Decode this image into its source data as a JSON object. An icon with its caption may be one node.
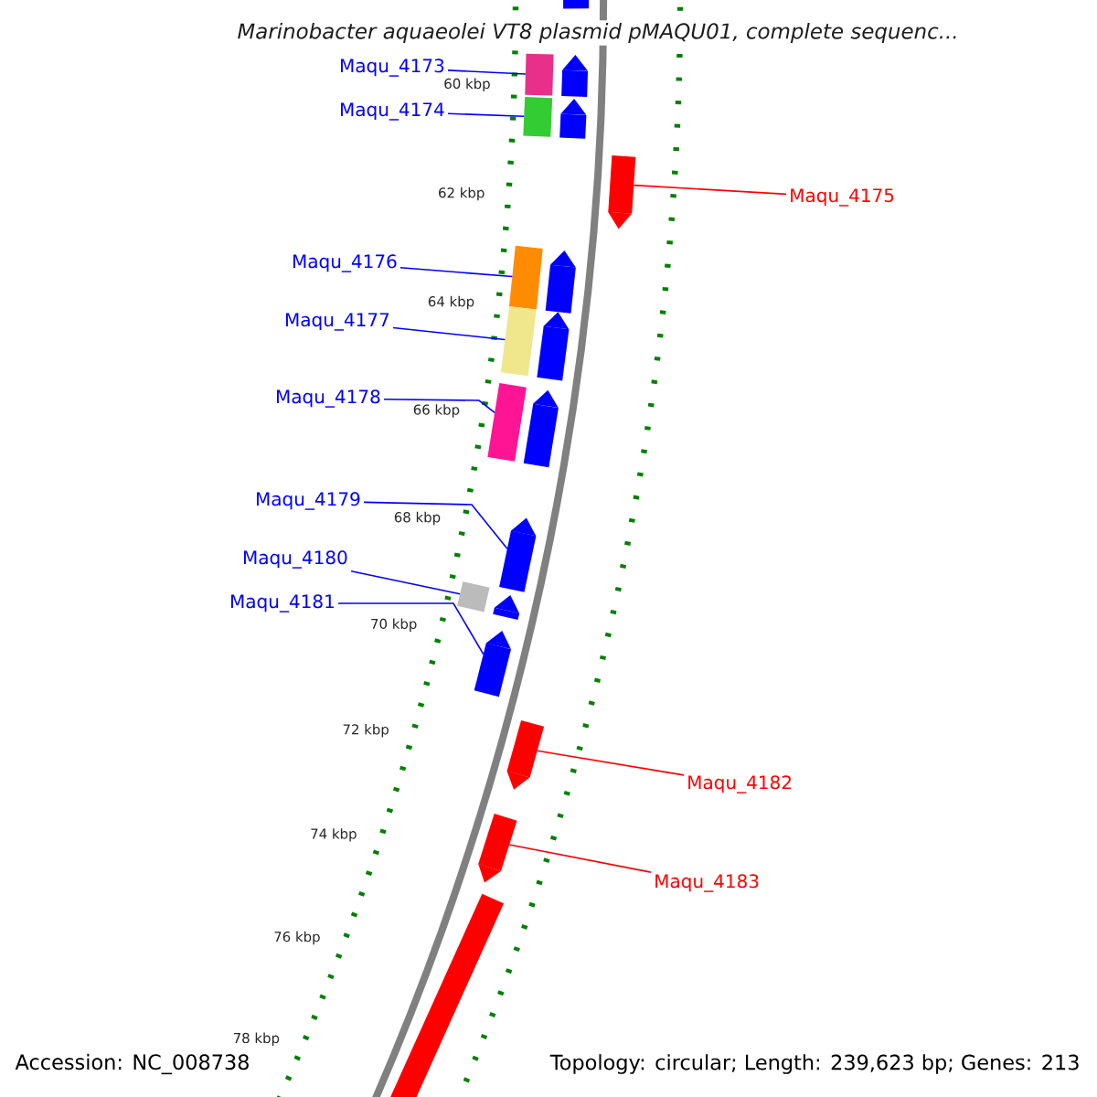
{
  "diagram": {
    "title": "Marinobacter aquaeolei VT8 plasmid pMAQU01, complete sequenc...",
    "nodes": [
      {
        "text": [
          "Maqu_4173"
        ]
      },
      {
        "text": [
          "Maqu_4174"
        ]
      },
      {
        "text": [
          "Maqu_4175"
        ]
      },
      {
        "text": [
          "Maqu_4176"
        ]
      },
      {
        "text": [
          "Maqu_4177"
        ]
      },
      {
        "text": [
          "Maqu_4178"
        ]
      },
      {
        "text": [
          "Maqu_4179"
        ]
      },
      {
        "text": [
          "Maqu_4180"
        ]
      },
      {
        "text": [
          "Maqu_4181"
        ]
      },
      {
        "text": [
          "Maqu_4182"
        ]
      },
      {
        "text": [
          "Maqu_4183"
        ]
      },
      {
        "text": [],
        "shape": "box"
      },
      {
        "text": [],
        "shape": "box"
      },
      {
        "text": [],
        "shape": "arrow"
      },
      {
        "text": [],
        "shape": "box"
      },
      {
        "text": [],
        "shape": "box"
      },
      {
        "text": [],
        "shape": "box"
      },
      {
        "text": [],
        "shape": "arrow"
      },
      {
        "text": [],
        "shape": "box"
      },
      {
        "text": [],
        "shape": "arrow"
      },
      {
        "text": [],
        "shape": "arrow"
      },
      {
        "text": [],
        "shape": "arrow"
      },
      {
        "text": [],
        "shape": "arrow"
      },
      {
        "text": [],
        "shape": "arrow"
      },
      {
        "text": [],
        "shape": "arrow"
      },
      {
        "text": [],
        "shape": "arrow"
      },
      {
        "text": [],
        "shape": "arrow"
      },
      {
        "text": [],
        "shape": "arrow"
      },
      {
        "text": [],
        "shape": "arrow"
      },
      {
        "text": [],
        "shape": "arrow"
      }
    ],
    "edges": [
      {
        "from": 0,
        "to": 11,
        "arrow": "none"
      },
      {
        "from": 1,
        "to": 12,
        "arrow": "none"
      },
      {
        "from": 2,
        "to": 13,
        "arrow": "none",
        "color": "#ff0000"
      },
      {
        "from": 3,
        "to": 14,
        "arrow": "none"
      },
      {
        "from": 4,
        "to": 15,
        "arrow": "none"
      },
      {
        "from": 5,
        "to": 16,
        "arrow": "none"
      },
      {
        "from": 6,
        "to": 17,
        "arrow": "none"
      },
      {
        "from": 7,
        "to": 18,
        "arrow": "none"
      },
      {
        "from": 8,
        "to": 19,
        "arrow": "none"
      },
      {
        "from": 9,
        "to": 20,
        "arrow": "none",
        "color": "#ff0000"
      },
      {
        "from": 10,
        "to": 21,
        "arrow": "none",
        "color": "#ff0000"
      }
    ],
    "labels": [
      "60 kbp",
      "62 kbp",
      "64 kbp",
      "66 kbp",
      "68 kbp",
      "70 kbp",
      "72 kbp",
      "74 kbp",
      "76 kbp",
      "78 kbp",
      "Accession: NC_008738",
      "Topology: circular; Length: 239,623 bp; Genes: 213"
    ]
  }
}
